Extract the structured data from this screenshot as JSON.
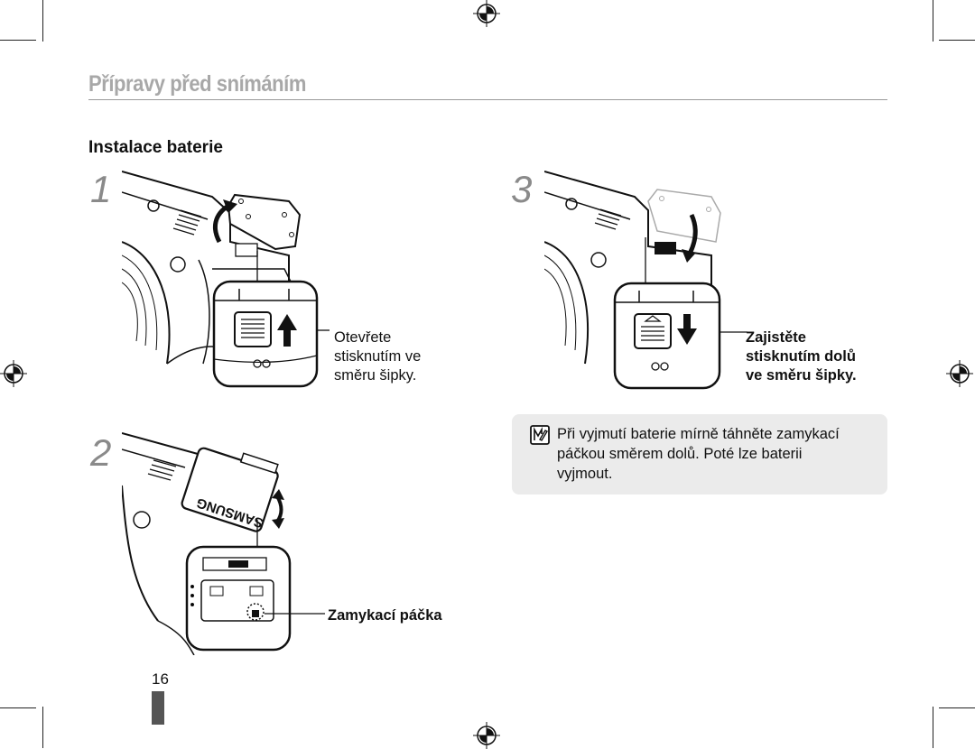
{
  "header": {
    "title": "Přípravy před snímáním"
  },
  "section": {
    "title": "Instalace baterie"
  },
  "steps": [
    {
      "number": "1",
      "callout": [
        "Otevřete",
        "stisknutím ve",
        "směru šipky."
      ]
    },
    {
      "number": "2",
      "callout": [
        "Zamykací páčka"
      ],
      "battery_brand": "SAMSUNG"
    },
    {
      "number": "3",
      "callout": [
        "Zajistěte",
        "stisknutím dolů",
        "ve směru šipky."
      ]
    }
  ],
  "note": {
    "icon": "note-pencil-icon",
    "lines": [
      "Při vyjmutí baterie mírně táhněte zamykací",
      "páčkou směrem dolů. Poté lze baterii",
      "vyjmout."
    ]
  },
  "footer": {
    "page_number": "16"
  }
}
